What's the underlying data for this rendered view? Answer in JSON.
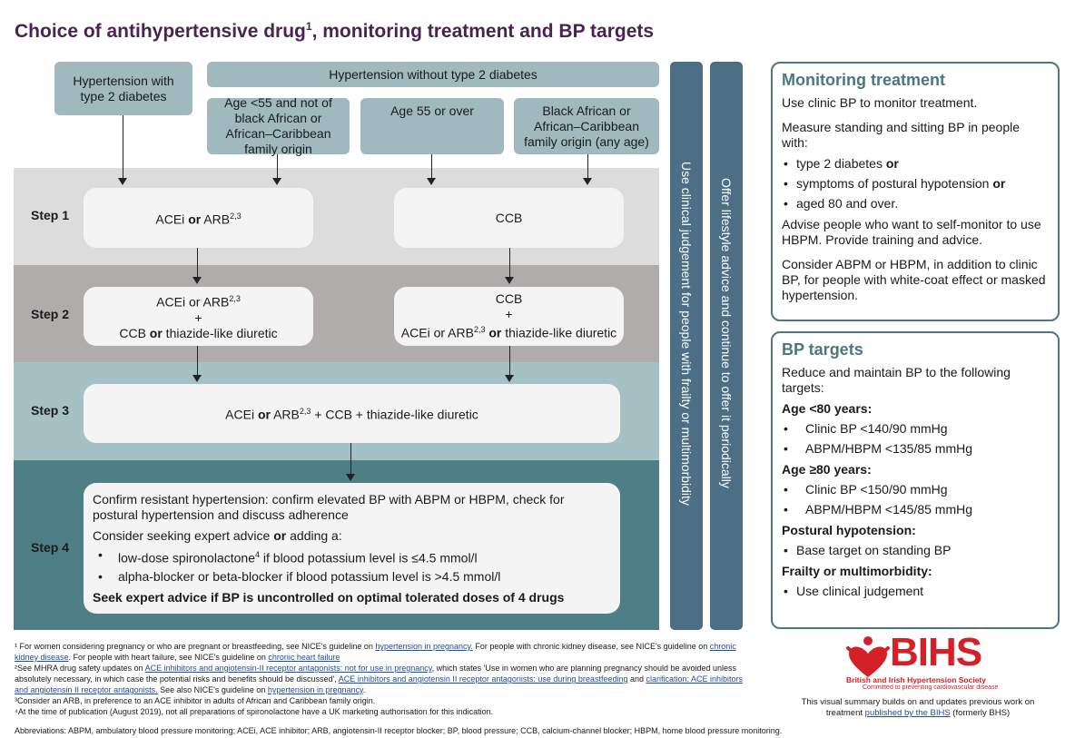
{
  "title": "Choice of antihypertensive drug",
  "title_sup": "1",
  "title_rest": ", monitoring treatment and BP targets",
  "top": {
    "with_t2d": "Hypertension with type 2 diabetes",
    "without_t2d": "Hypertension without type 2 diabetes",
    "age_under_55": "Age <55 and not of black African or African–Caribbean family origin",
    "age_55_over": "Age 55 or over",
    "black_african": "Black African or African–Caribbean family origin (any age)"
  },
  "steps": {
    "step1_label": "Step 1",
    "step2_label": "Step 2",
    "step3_label": "Step 3",
    "step4_label": "Step 4",
    "s1_left_a": "ACEi ",
    "s1_left_or": "or",
    "s1_left_b": " ARB",
    "s1_left_sup": "2,3",
    "s1_right": "CCB",
    "s2_left_l1a": "ACEi or ARB",
    "s2_left_sup": "2,3",
    "s2_plus": "+",
    "s2_left_l3a": "CCB ",
    "s2_left_l3or": "or",
    "s2_left_l3b": " thiazide-like diuretic",
    "s2_right_l1": "CCB",
    "s2_right_l3a": "ACEi or ARB",
    "s2_right_sup": "2,3",
    "s2_right_l3or": " or",
    "s2_right_l3b": " thiazide-like diuretic",
    "s3_a": "ACEi ",
    "s3_or": "or",
    "s3_b": " ARB",
    "s3_sup": "2,3",
    "s3_c": " + CCB + thiazide-like diuretic",
    "s4_confirm": "Confirm resistant hypertension: confirm elevated BP with ABPM or HBPM, check for postural hypertension and discuss adherence",
    "s4_consider_a": "Consider seeking expert advice ",
    "s4_consider_or": "or",
    "s4_consider_b": " adding a:",
    "s4_bullet1_a": "low-dose spironolactone",
    "s4_bullet1_sup": "4",
    "s4_bullet1_b": " if blood potassium level is ≤4.5 mmol/l",
    "s4_bullet2": "alpha-blocker or beta-blocker if blood potassium level is >4.5 mmol/l",
    "s4_seek": "Seek expert advice if BP is uncontrolled on optimal tolerated doses of 4 drugs"
  },
  "vertical": {
    "clinical": "Use clinical judgement for people with frailty or multimorbidity",
    "lifestyle": "Offer lifestyle advice and continue to offer it periodically"
  },
  "monitoring": {
    "heading": "Monitoring treatment",
    "p1": "Use clinic BP to monitor treatment.",
    "p2": "Measure standing and sitting BP in people with:",
    "b1a": "type 2 diabetes ",
    "b1or": "or",
    "b2a": "symptoms of postural hypotension ",
    "b2or": "or",
    "b3": "aged 80 and over.",
    "p3": "Advise people who want to self-monitor to use HBPM. Provide training and advice.",
    "p4": "Consider ABPM or HBPM, in addition to clinic BP, for people with white-coat effect or masked hypertension."
  },
  "targets": {
    "heading": "BP targets",
    "intro": "Reduce and maintain BP to the following targets:",
    "age_under_80": "Age <80 years:",
    "u80_clinic": "Clinic BP <140/90 mmHg",
    "u80_abpm": "ABPM/HBPM <135/85 mmHg",
    "age_80_over": "Age ≥80 years:",
    "o80_clinic": "Clinic BP <150/90 mmHg",
    "o80_abpm": "ABPM/HBPM <145/85 mmHg",
    "postural": "Postural hypotension:",
    "postural_item": "Base target on standing BP",
    "frailty": "Frailty or multimorbidity:",
    "frailty_item": "Use clinical judgement"
  },
  "footnotes": {
    "f1a": "¹ For women considering pregnancy or who are pregnant or breastfeeding, see NICE's guideline on ",
    "f1_link1": "hypertension in pregnancy.",
    "f1b": " For people with chronic kidney disease, see NICE's guideline on ",
    "f1_link2": "chronic kidney disease",
    "f1c": ". For people with heart failure, see NICE's guideline on ",
    "f1_link3": "chronic heart failure",
    "f2a": "²See MHRA drug safety updates on ",
    "f2_link1": "ACE inhibitors and angiotensin-II receptor antagonists: not for use in pregnancy",
    "f2b": ", which states 'Use in women who are planning pregnancy should be avoided unless absolutely necessary, in which case the potential risks and benefits should be discussed', ",
    "f2_link2": "ACE inhibitors and angiotensin II receptor antagonists: use during breastfeeding",
    "f2c": " and ",
    "f2_link3": "clarification: ACE inhibitors and angiotensin II receptor antagonists.",
    "f2d": " See also NICE's guideline on ",
    "f2_link4": "hypertension in pregnancy",
    "f2e": ".",
    "f3": "³Consider an ARB, in preference to an ACE inhibitor in adults of African and Caribbean family origin.",
    "f4": "⁴At the time of publication (August 2019), not all preparations of spironolactone have a UK marketing authorisation for this indication.",
    "abbrev": "Abbreviations: ABPM, ambulatory blood pressure monitoring; ACEi, ACE inhibitor; ARB, angiotensin-II receptor blocker; BP, blood pressure; CCB, calcium-channel blocker; HBPM, home blood pressure monitoring."
  },
  "bihs": {
    "logo_text": "BIHS",
    "society": "British and Irish Hypertension Society",
    "tagline": "Committed to preventing cardiovascular disease",
    "note_a": "This visual summary builds on and updates previous work on treatment ",
    "note_link": "published by the BIHS",
    "note_b": " (formerly BHS)"
  },
  "colors": {
    "title": "#4a2352",
    "step1_band": "#dcdcdc",
    "step2_band": "#b0acab",
    "step3_band": "#a6c1c4",
    "step4_band": "#4f7f86",
    "side_bar": "#4d6f85",
    "panel_border": "#4d7680",
    "bihs_red": "#d42027"
  }
}
